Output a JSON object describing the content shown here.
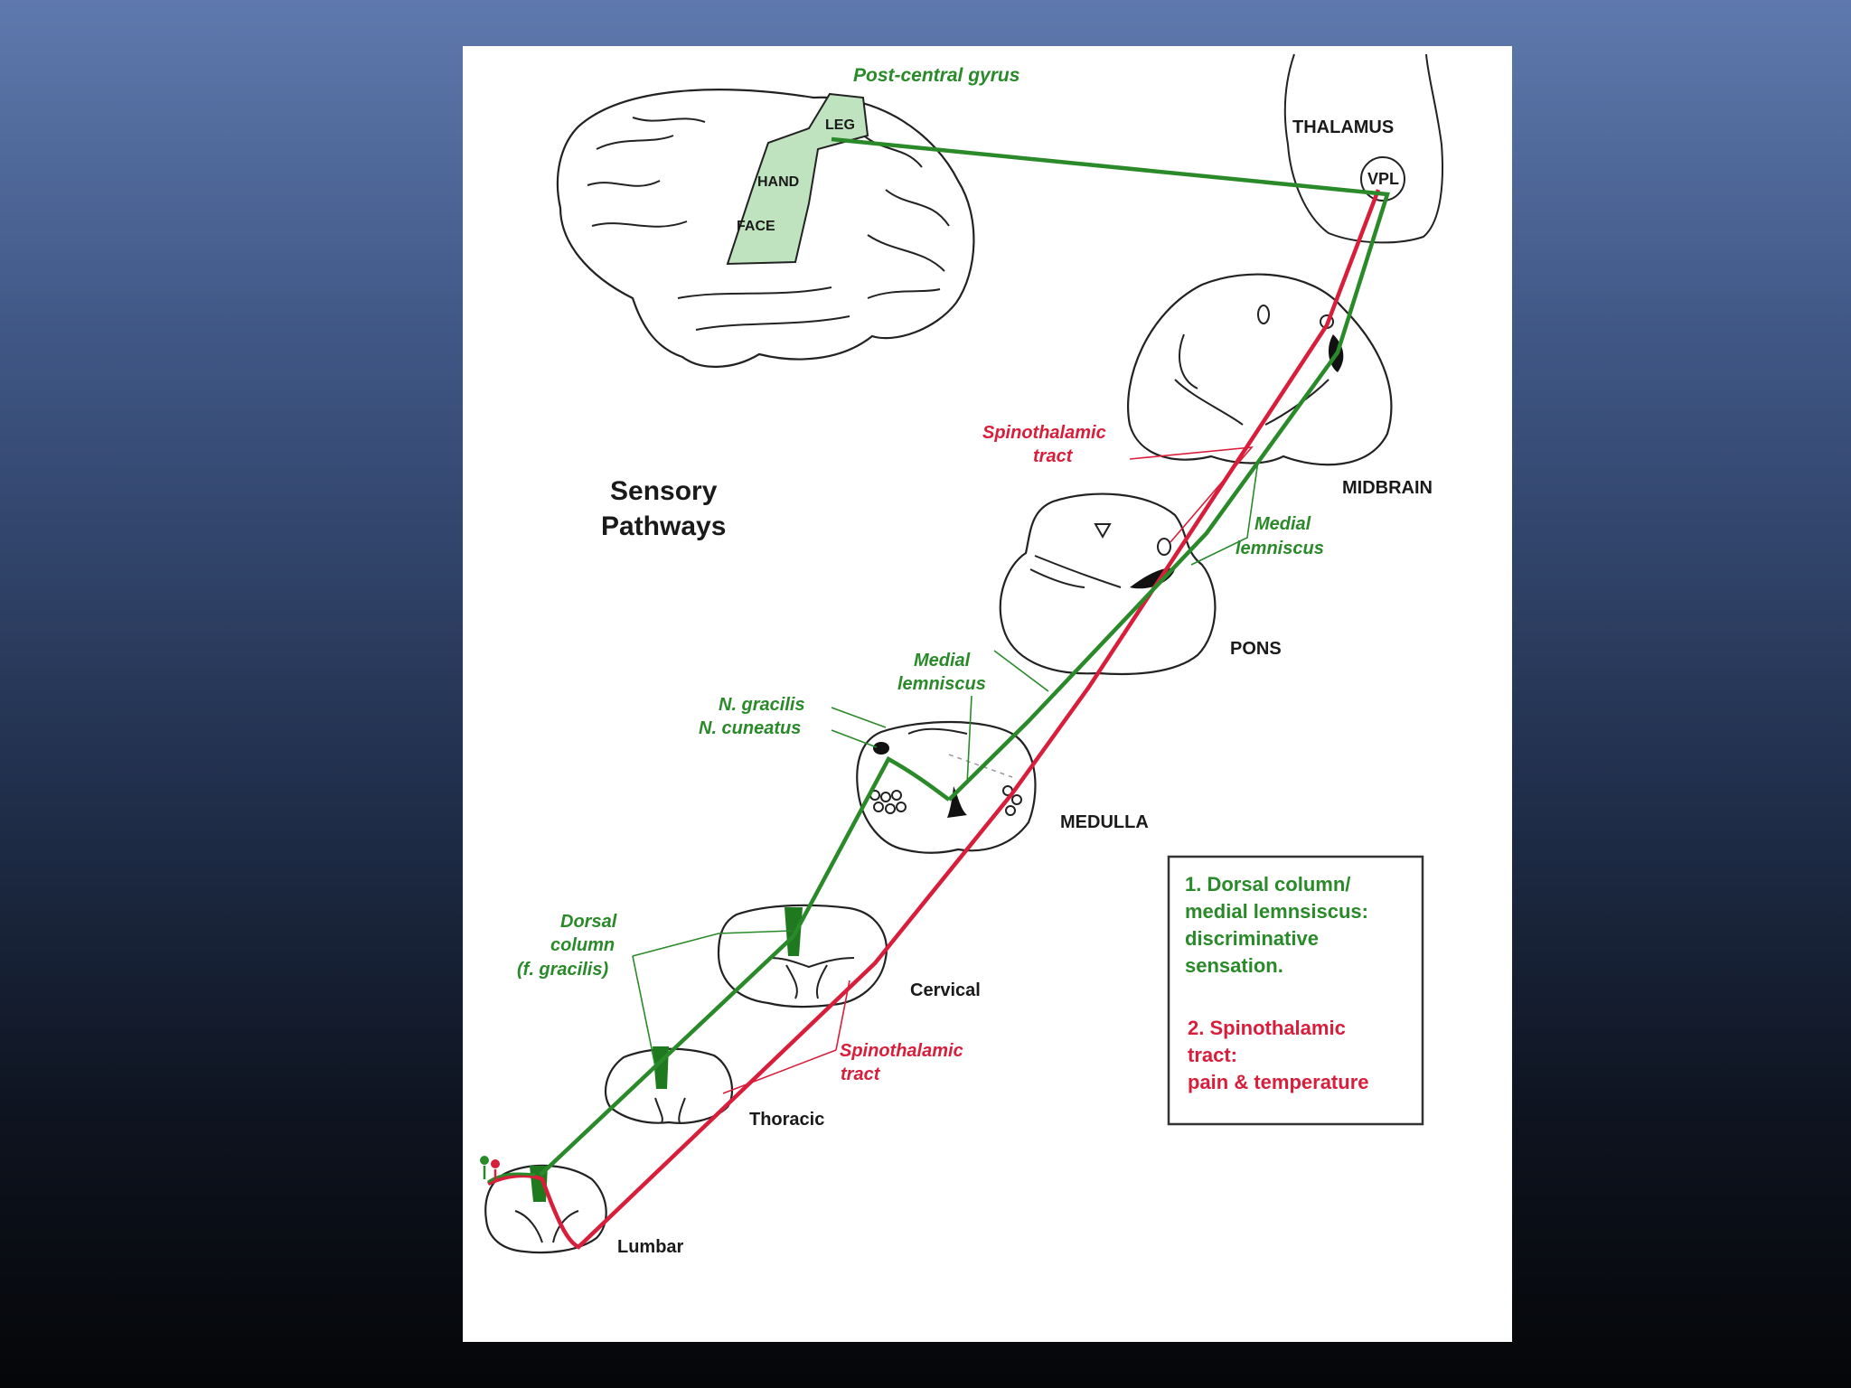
{
  "colors": {
    "dorsal_column_pathway": "#2a8a2a",
    "spinothalamic_pathway": "#d81e3a",
    "cortex_highlight": "#bfe3bf",
    "panel_background": "#ffffff"
  },
  "title": {
    "line1": "Sensory",
    "line2": "Pathways"
  },
  "cortex": {
    "region_label": "Post-central gyrus",
    "leg": "LEG",
    "hand": "HAND",
    "face": "FACE"
  },
  "levels": {
    "thalamus": "THALAMUS",
    "vpl": "VPL",
    "midbrain": "MIDBRAIN",
    "pons": "PONS",
    "medulla": "MEDULLA",
    "cervical": "Cervical",
    "thoracic": "Thoracic",
    "lumbar": "Lumbar"
  },
  "annotations": {
    "spinothalamic_upper": {
      "line1": "Spinothalamic",
      "line2": "tract"
    },
    "medial_lemniscus_upper": {
      "line1": "Medial",
      "line2": "lemniscus"
    },
    "medial_lemniscus_lower": {
      "line1": "Medial",
      "line2": "lemniscus"
    },
    "nuclei": {
      "line1": "N. gracilis",
      "line2": "N. cuneatus"
    },
    "dorsal_column": {
      "line1": "Dorsal",
      "line2": "column",
      "line3": "(f. gracilis)"
    },
    "spinothalamic_lower": {
      "line1": "Spinothalamic",
      "line2": "tract"
    }
  },
  "legend": {
    "item1": {
      "line1": "1. Dorsal column/",
      "line2": "medial lemnsiscus:",
      "line3": "discriminative",
      "line4": "sensation."
    },
    "item2": {
      "line1": "2. Spinothalamic",
      "line2": "tract:",
      "line3": "pain & temperature"
    }
  }
}
